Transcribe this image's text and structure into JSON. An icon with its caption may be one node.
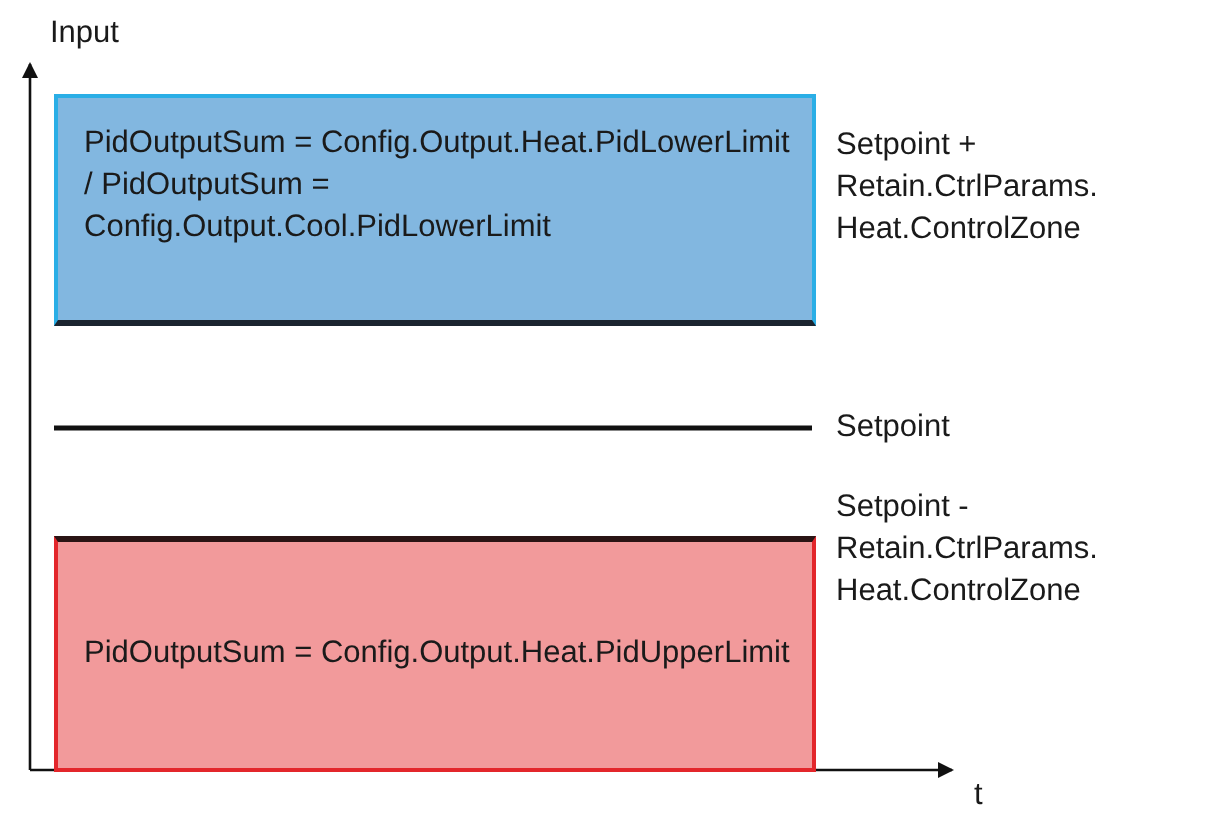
{
  "diagram": {
    "nodes": [
      {
        "text": [
          "PidOutputSum = Config.Output.Heat.PidLowerLimit / PidOutputSum = Config.Output.Cool.PidLowerLimit"
        ]
      },
      {
        "text": [
          "PidOutputSum = Config.Output.Heat.PidUpperLimit"
        ]
      }
    ],
    "edges": [],
    "labels": [
      "Input",
      "Setpoint + Retain.CtrlParams. Heat.ControlZone",
      "Setpoint",
      "Setpoint - Retain.CtrlParams. Heat.ControlZone",
      "t"
    ]
  }
}
